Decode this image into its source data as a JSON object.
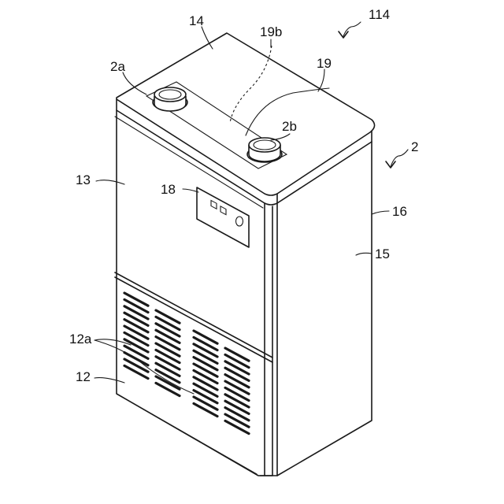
{
  "labels": {
    "fig": "114",
    "unit": "2",
    "top": "14",
    "pipe_a": "2a",
    "pipe_b": "2b",
    "hidden_line": "19b",
    "line": "19",
    "front": "13",
    "panel": "18",
    "corner": "16",
    "side": "15",
    "vents": "12a",
    "lower": "12"
  }
}
